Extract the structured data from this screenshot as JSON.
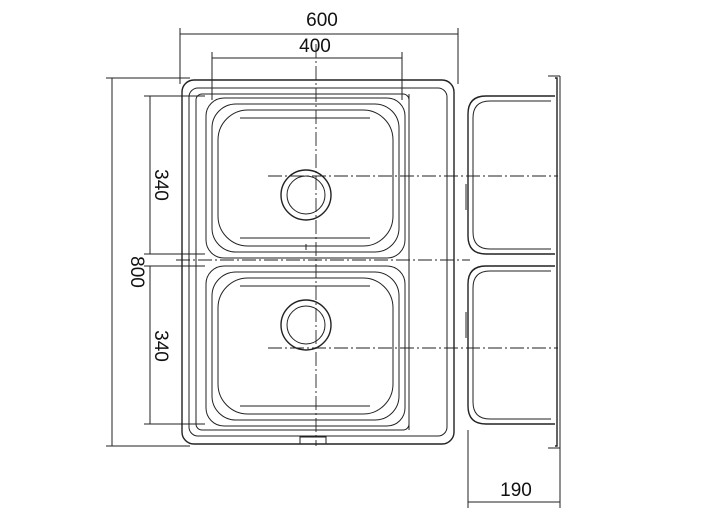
{
  "dimensions": {
    "overall_width": "600",
    "bowl_width": "400",
    "bowl_depth_top": "340",
    "overall_length": "800",
    "bowl_depth_bottom": "340",
    "side_depth": "190"
  }
}
